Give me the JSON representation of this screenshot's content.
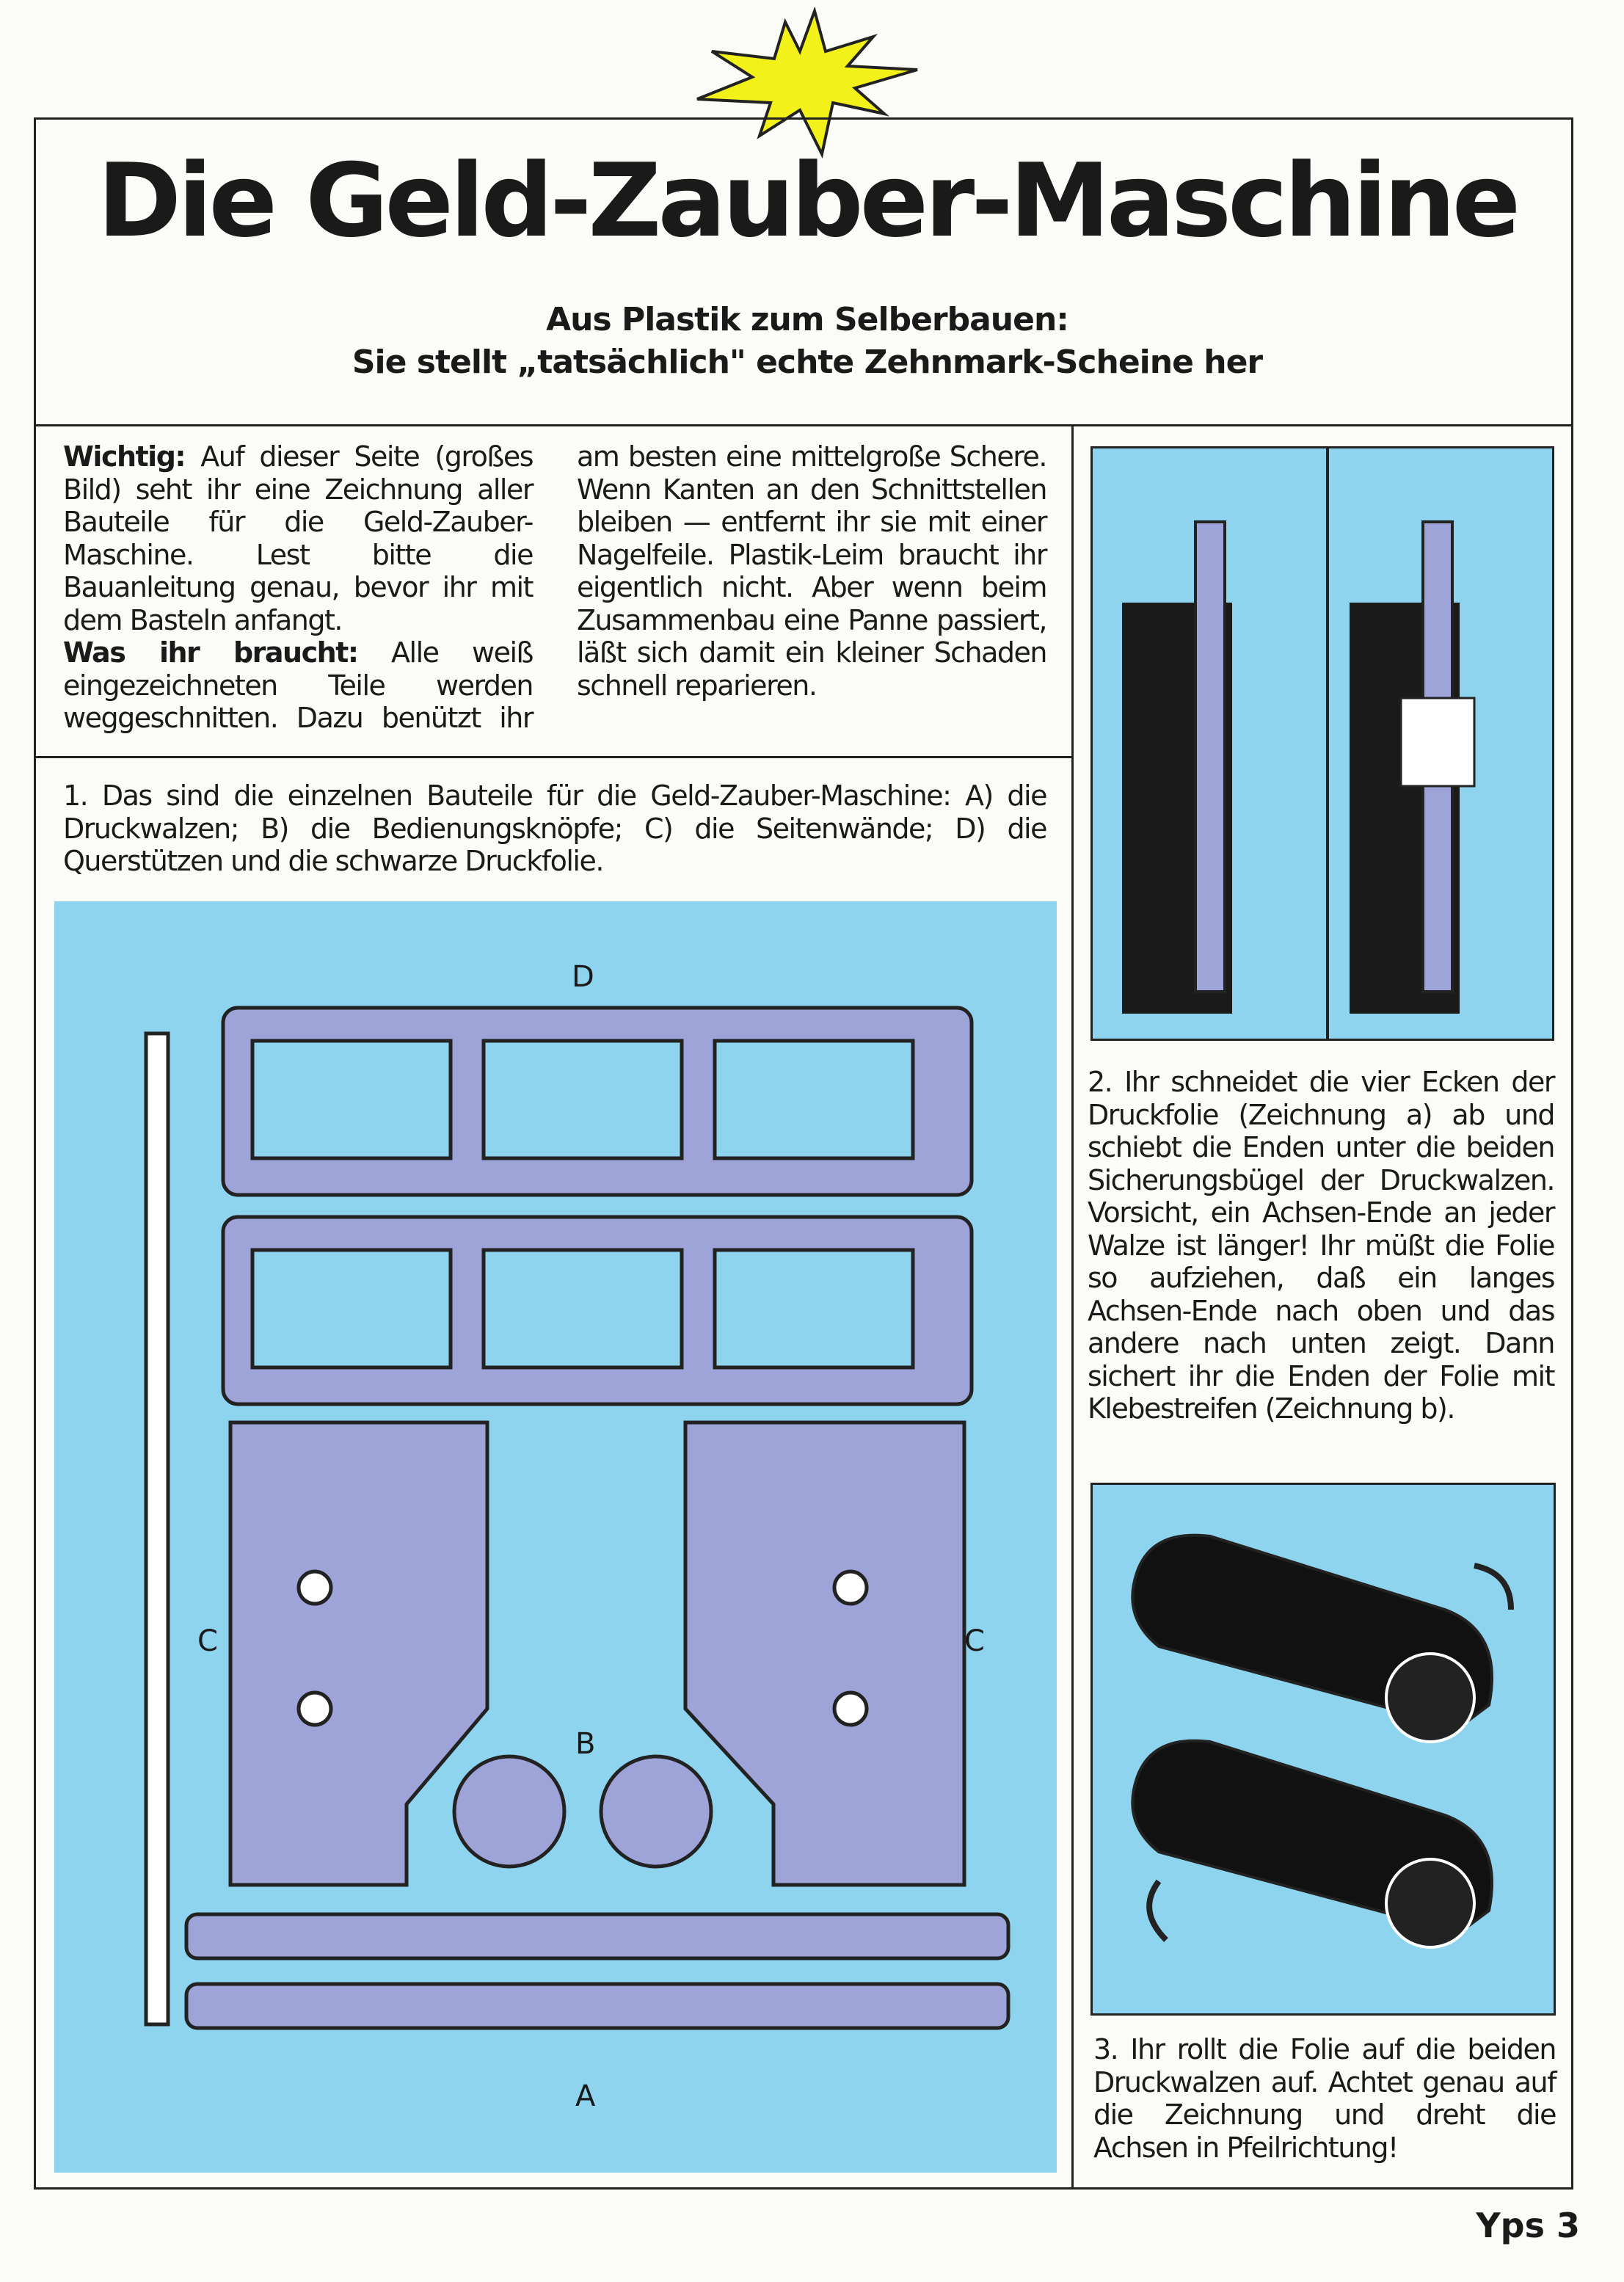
{
  "header": {
    "title": "Die Geld-Zauber-Maschine",
    "subtitle_1": "Aus Plastik zum Selberbauen:",
    "subtitle_2": "Sie stellt „tatsächlich\" echte Zehnmark-Scheine her"
  },
  "intro": {
    "label_1": "Wichtig:",
    "text_1": "Auf dieser Seite (großes Bild) seht ihr eine Zeichnung aller Bauteile für die Geld-Zauber-Maschine. Lest bitte die Bauanleitung genau, bevor ihr mit dem Basteln anfangt.",
    "label_2": "Was ihr braucht:",
    "text_2": "Alle weiß eingezeichneten Teile werden weggeschnitten. Dazu benützt ihr am besten eine mittelgroße Schere. Wenn Kanten an den Schnittstellen bleiben — entfernt ihr sie mit einer Nagelfeile. Plastik-Leim braucht ihr eigentlich nicht. Aber wenn beim Zusammenbau eine Panne passiert, läßt sich damit ein kleiner Schaden schnell reparieren."
  },
  "step1": {
    "text": "1. Das sind die einzelnen Bauteile für die Geld-Zauber-Maschine: A) die Druckwalzen; B) die Bedienungsknöpfe; C) die Seitenwände; D) die Querstützen und die schwarze Druckfolie.",
    "labels": {
      "d": "D",
      "c_left": "C",
      "c_right": "C",
      "b": "B",
      "a": "A"
    }
  },
  "step2": {
    "text": "2. Ihr schneidet die vier Ecken der Druckfolie (Zeichnung a) ab und schiebt die Enden unter die beiden Sicherungsbügel der Druckwalzen. Vorsicht, ein Achsen-Ende an jeder Walze ist länger! Ihr müßt die Folie so aufziehen, daß ein langes Achsen-Ende nach oben und das andere nach unten zeigt. Dann sichert ihr die Enden der Folie mit Klebestreifen (Zeichnung b)."
  },
  "step3": {
    "text": "3. Ihr rollt die Folie auf die beiden Druckwalzen auf. Achtet genau auf die Zeichnung und dreht die Achsen in Pfeilrichtung!"
  },
  "footer": {
    "page": "Yps 3"
  },
  "colors": {
    "blue": "#8fd4ee",
    "parts": "#9ea3d8",
    "star": "#f2f21a"
  }
}
